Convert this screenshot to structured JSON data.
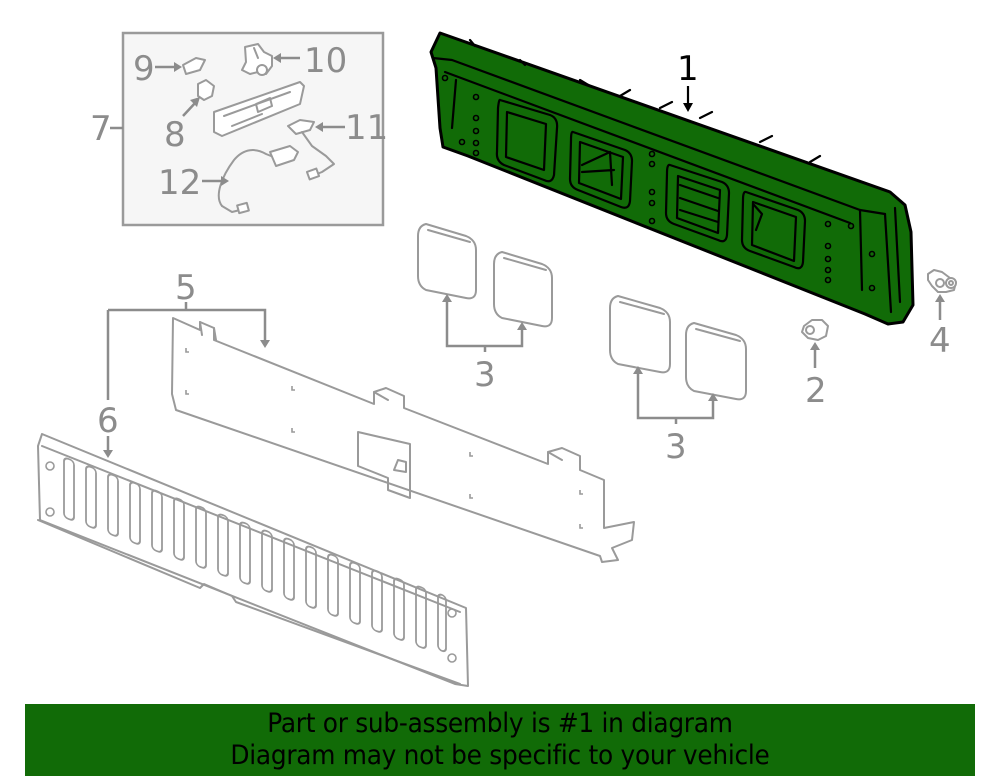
{
  "diagram": {
    "highlight_color": "#116b07",
    "line_color": "#9a9a9a",
    "label_color": "#8c8c8c",
    "highlighted_part": "1",
    "callouts": {
      "p1": "1",
      "p2": "2",
      "p3a": "3",
      "p3b": "3",
      "p4": "4",
      "p5": "5",
      "p6": "6",
      "p7": "7",
      "p8": "8",
      "p9": "9",
      "p10": "10",
      "p11": "11",
      "p12": "12"
    }
  },
  "banner": {
    "background": "#116b07",
    "line1": "Part or sub-assembly is #1 in diagram",
    "line2": "Diagram may not be specific to your vehicle"
  }
}
